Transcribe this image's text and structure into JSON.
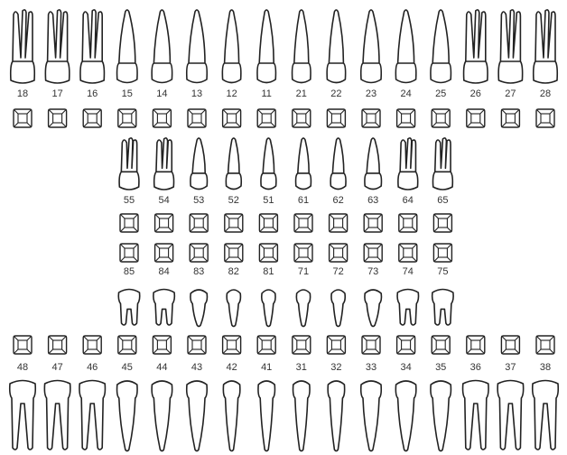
{
  "chart": {
    "title": "",
    "colors": {
      "stroke": "#222222",
      "fill": "#ffffff",
      "label": "#333333"
    },
    "rows": [
      {
        "id": "upper-permanent",
        "arch": "upper",
        "dentition": "permanent",
        "teeth": [
          {
            "number": "18",
            "type": "molar"
          },
          {
            "number": "17",
            "type": "molar"
          },
          {
            "number": "16",
            "type": "molar"
          },
          {
            "number": "15",
            "type": "premolar"
          },
          {
            "number": "14",
            "type": "premolar"
          },
          {
            "number": "13",
            "type": "canine"
          },
          {
            "number": "12",
            "type": "incisor"
          },
          {
            "number": "11",
            "type": "incisor"
          },
          {
            "number": "21",
            "type": "incisor"
          },
          {
            "number": "22",
            "type": "incisor"
          },
          {
            "number": "23",
            "type": "canine"
          },
          {
            "number": "24",
            "type": "premolar"
          },
          {
            "number": "25",
            "type": "premolar"
          },
          {
            "number": "26",
            "type": "molar"
          },
          {
            "number": "27",
            "type": "molar"
          },
          {
            "number": "28",
            "type": "molar"
          }
        ]
      },
      {
        "id": "upper-primary",
        "arch": "upper",
        "dentition": "primary",
        "teeth": [
          {
            "number": "55",
            "type": "molar"
          },
          {
            "number": "54",
            "type": "molar"
          },
          {
            "number": "53",
            "type": "canine"
          },
          {
            "number": "52",
            "type": "incisor"
          },
          {
            "number": "51",
            "type": "incisor"
          },
          {
            "number": "61",
            "type": "incisor"
          },
          {
            "number": "62",
            "type": "incisor"
          },
          {
            "number": "63",
            "type": "canine"
          },
          {
            "number": "64",
            "type": "molar"
          },
          {
            "number": "65",
            "type": "molar"
          }
        ]
      },
      {
        "id": "lower-primary",
        "arch": "lower",
        "dentition": "primary",
        "teeth": [
          {
            "number": "85",
            "type": "molar"
          },
          {
            "number": "84",
            "type": "molar"
          },
          {
            "number": "83",
            "type": "canine"
          },
          {
            "number": "82",
            "type": "incisor"
          },
          {
            "number": "81",
            "type": "incisor"
          },
          {
            "number": "71",
            "type": "incisor"
          },
          {
            "number": "72",
            "type": "incisor"
          },
          {
            "number": "73",
            "type": "canine"
          },
          {
            "number": "74",
            "type": "molar"
          },
          {
            "number": "75",
            "type": "molar"
          }
        ]
      },
      {
        "id": "lower-permanent",
        "arch": "lower",
        "dentition": "permanent",
        "teeth": [
          {
            "number": "48",
            "type": "molar"
          },
          {
            "number": "47",
            "type": "molar"
          },
          {
            "number": "46",
            "type": "molar"
          },
          {
            "number": "45",
            "type": "premolar"
          },
          {
            "number": "44",
            "type": "premolar"
          },
          {
            "number": "43",
            "type": "canine"
          },
          {
            "number": "42",
            "type": "incisor"
          },
          {
            "number": "41",
            "type": "incisor"
          },
          {
            "number": "31",
            "type": "incisor"
          },
          {
            "number": "32",
            "type": "incisor"
          },
          {
            "number": "33",
            "type": "canine"
          },
          {
            "number": "34",
            "type": "premolar"
          },
          {
            "number": "35",
            "type": "premolar"
          },
          {
            "number": "36",
            "type": "molar"
          },
          {
            "number": "37",
            "type": "molar"
          },
          {
            "number": "38",
            "type": "molar"
          }
        ]
      }
    ]
  }
}
